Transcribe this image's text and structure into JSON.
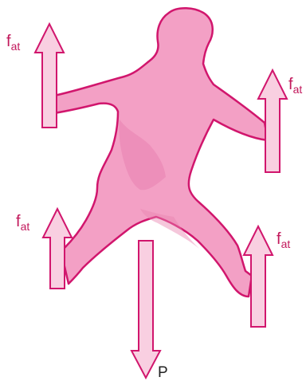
{
  "colors": {
    "figure_fill": "#f3a0c5",
    "figure_shade": "#e882b0",
    "figure_outline": "#d1166d",
    "arrow_fill": "#f9cfe1",
    "arrow_stroke": "#d1166d",
    "label_color": "#c2185b"
  },
  "forces": {
    "friction": {
      "symbol": "f",
      "subscript": "at"
    },
    "weight": {
      "symbol": "P"
    }
  }
}
